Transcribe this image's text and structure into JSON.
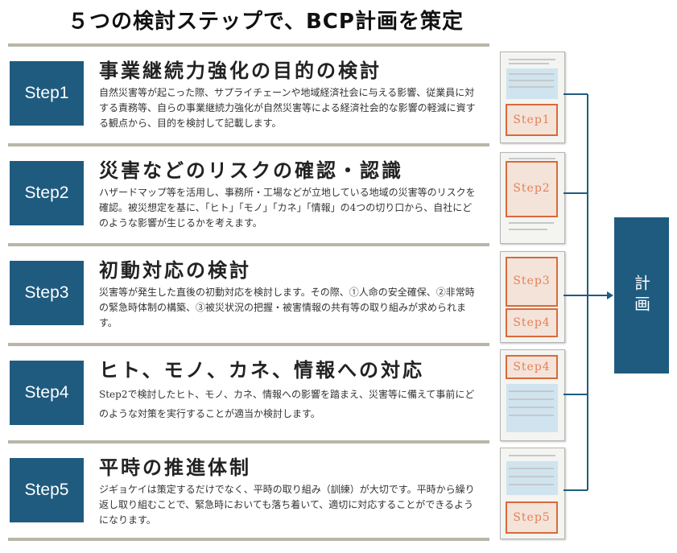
{
  "title": "５つの検討ステップで、BCP計画を策定",
  "steps": [
    {
      "badge": "Step1",
      "heading": "事業継続力強化の目的の検討",
      "description": "自然災害等が起こった際、サプライチェーンや地域経済社会に与える影響、従業員に対する責務等、自らの事業継続力強化が自然災害等による経済社会的な影響の軽減に資する観点から、目的を検討して記載します。",
      "thumb_label": "Step1"
    },
    {
      "badge": "Step2",
      "heading": "災害などのリスクの確認・認識",
      "description": "ハザードマップ等を活用し、事務所・工場などが立地している地域の災害等のリスクを確認。被災想定を基に、「ヒト」「モノ」「カネ」「情報」の4つの切り口から、自社にどのような影響が生じるかを考えます。",
      "thumb_label": "Step2"
    },
    {
      "badge": "Step3",
      "heading": "初動対応の検討",
      "description": "災害等が発生した直後の初動対応を検討します。その際、①人命の安全確保、②非常時の緊急時体制の構築、③被災状況の把握・被害情報の共有等の取り組みが求められます。",
      "thumb_label": "Step3"
    },
    {
      "badge": "Step4",
      "heading": "ヒト、モノ、カネ、情報への対応",
      "description": "Step2で検討したヒト、モノ、カネ、情報への影響を踏まえ、災害等に備えて事前にどのような対策を実行することが適当か検討します。",
      "thumb_label": "Step4"
    },
    {
      "badge": "Step5",
      "heading": "平時の推進体制",
      "description": "ジギョケイは策定するだけでなく、平時の取り組み（訓練）が大切です。平時から繰り返し取り組むことで、緊急時においても落ち着いて、適切に対応することができるようになります。",
      "thumb_label": "Step5"
    }
  ],
  "thumb3_extra_label": "Step4",
  "plan_label": "計画",
  "colors": {
    "badge": "#1f5b7f",
    "connector": "#1f5b7f",
    "highlight": "#d86a3a",
    "divider": "#b9b5a8"
  }
}
